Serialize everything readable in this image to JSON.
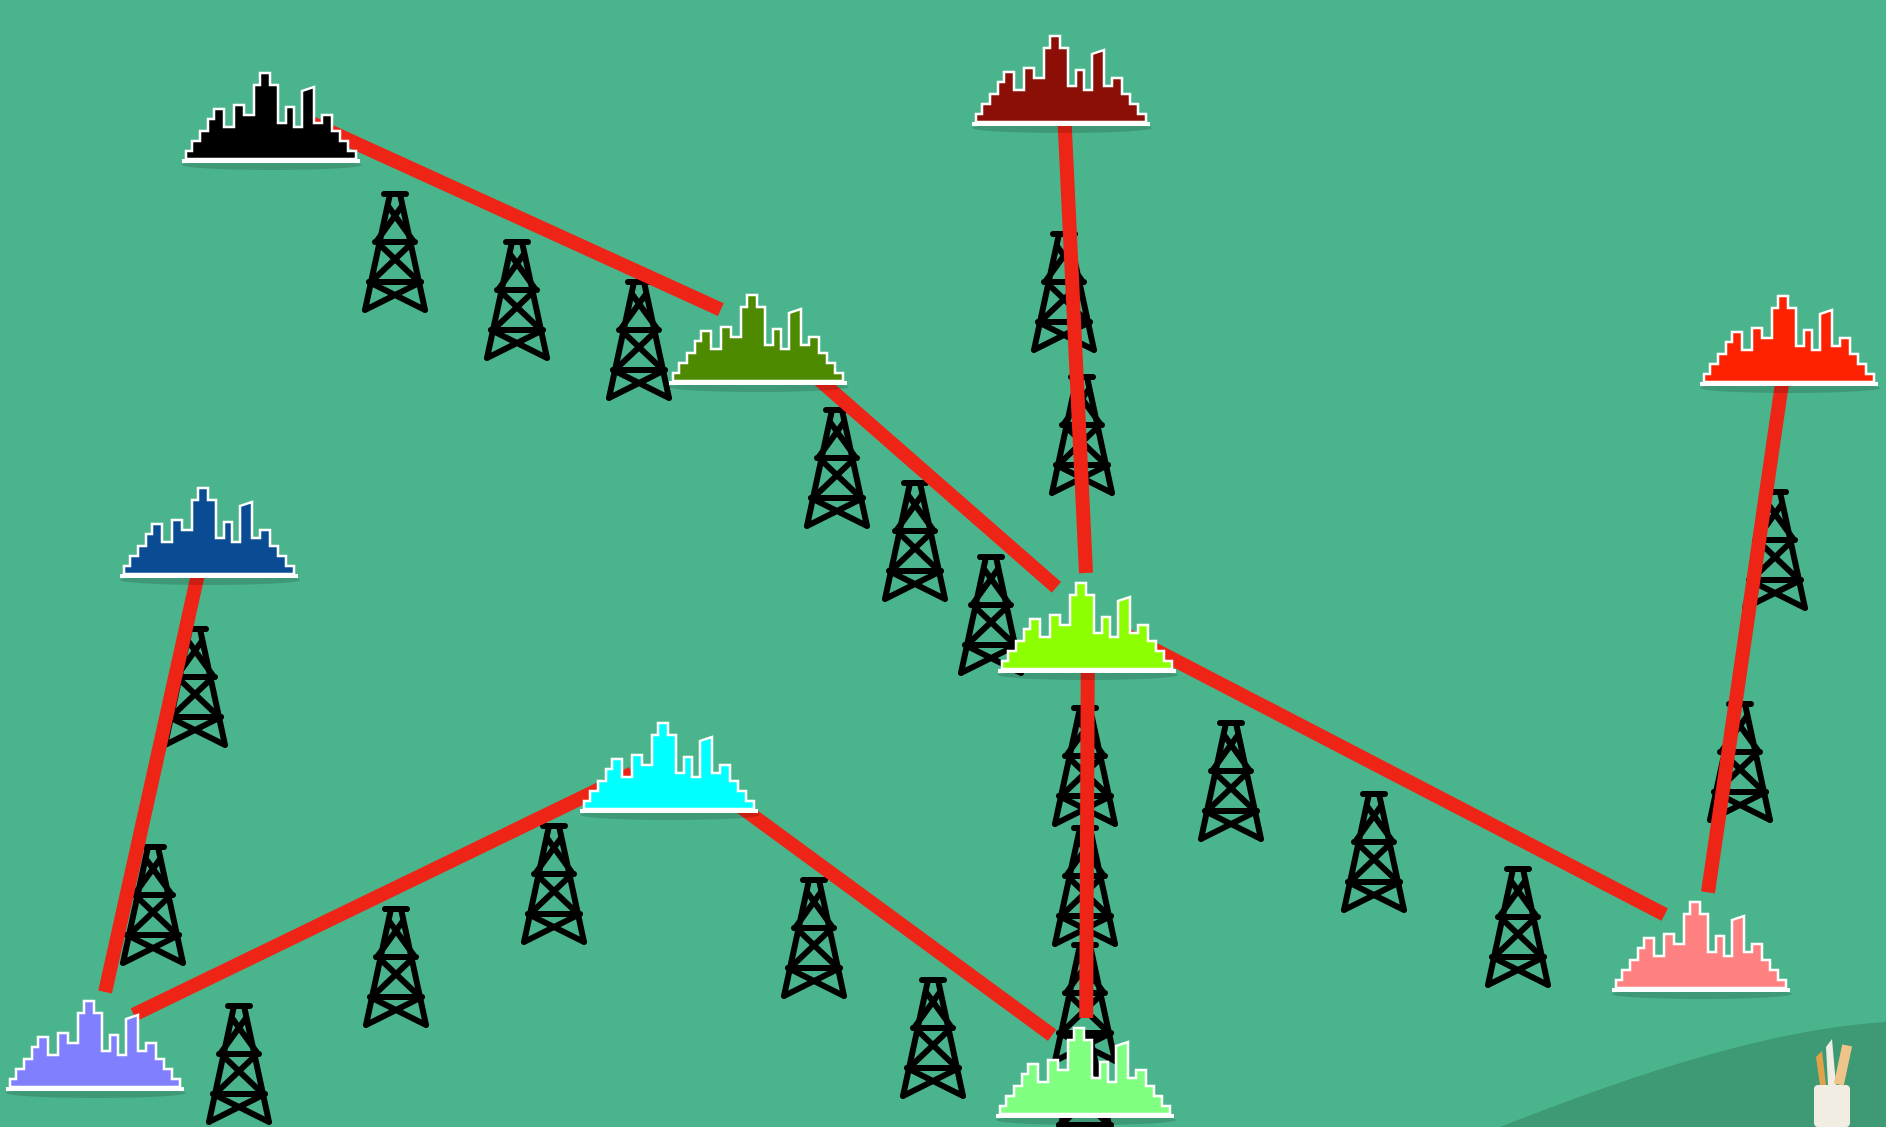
{
  "game": {
    "cities": [
      {
        "id": "black",
        "color": "#000000"
      },
      {
        "id": "dark-red",
        "color": "#8b0f07"
      },
      {
        "id": "olive-green",
        "color": "#4e8a00"
      },
      {
        "id": "red",
        "color": "#ff2200"
      },
      {
        "id": "navy-blue",
        "color": "#0a4c94"
      },
      {
        "id": "lime-green",
        "color": "#8cff00"
      },
      {
        "id": "cyan",
        "color": "#00ffff"
      },
      {
        "id": "periwinkle",
        "color": "#8080ff"
      },
      {
        "id": "light-green",
        "color": "#80ff80"
      },
      {
        "id": "pink",
        "color": "#ff8080"
      }
    ],
    "connections": [
      {
        "from": "black",
        "to": "olive-green"
      },
      {
        "from": "olive-green",
        "to": "lime-green"
      },
      {
        "from": "dark-red",
        "to": "lime-green"
      },
      {
        "from": "lime-green",
        "to": "light-green"
      },
      {
        "from": "lime-green",
        "to": "pink"
      },
      {
        "from": "red",
        "to": "pink"
      },
      {
        "from": "navy-blue",
        "to": "periwinkle"
      },
      {
        "from": "periwinkle",
        "to": "cyan"
      },
      {
        "from": "cyan",
        "to": "light-green"
      }
    ],
    "line_color": "#ee2417",
    "tower_color": "#000000",
    "background_color": "#4ab48c",
    "corner_icon": "pencil-ruler-cup-icon"
  }
}
